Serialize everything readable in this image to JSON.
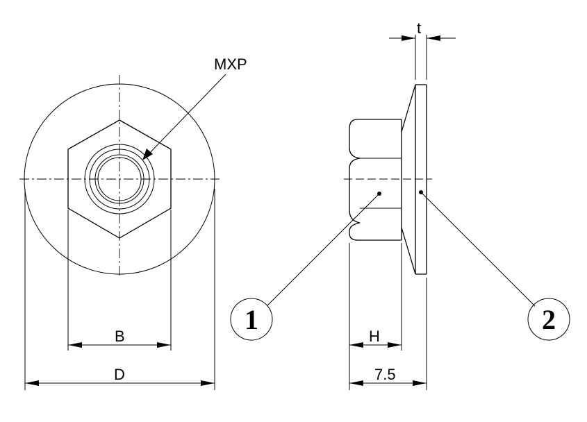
{
  "labels": {
    "thread": "MXP",
    "across_flats": "B",
    "flange_diameter": "D",
    "hex_height": "H",
    "total_height": "7.5",
    "flange_thickness": "t"
  },
  "callouts": {
    "part1": "1",
    "part2": "2"
  }
}
